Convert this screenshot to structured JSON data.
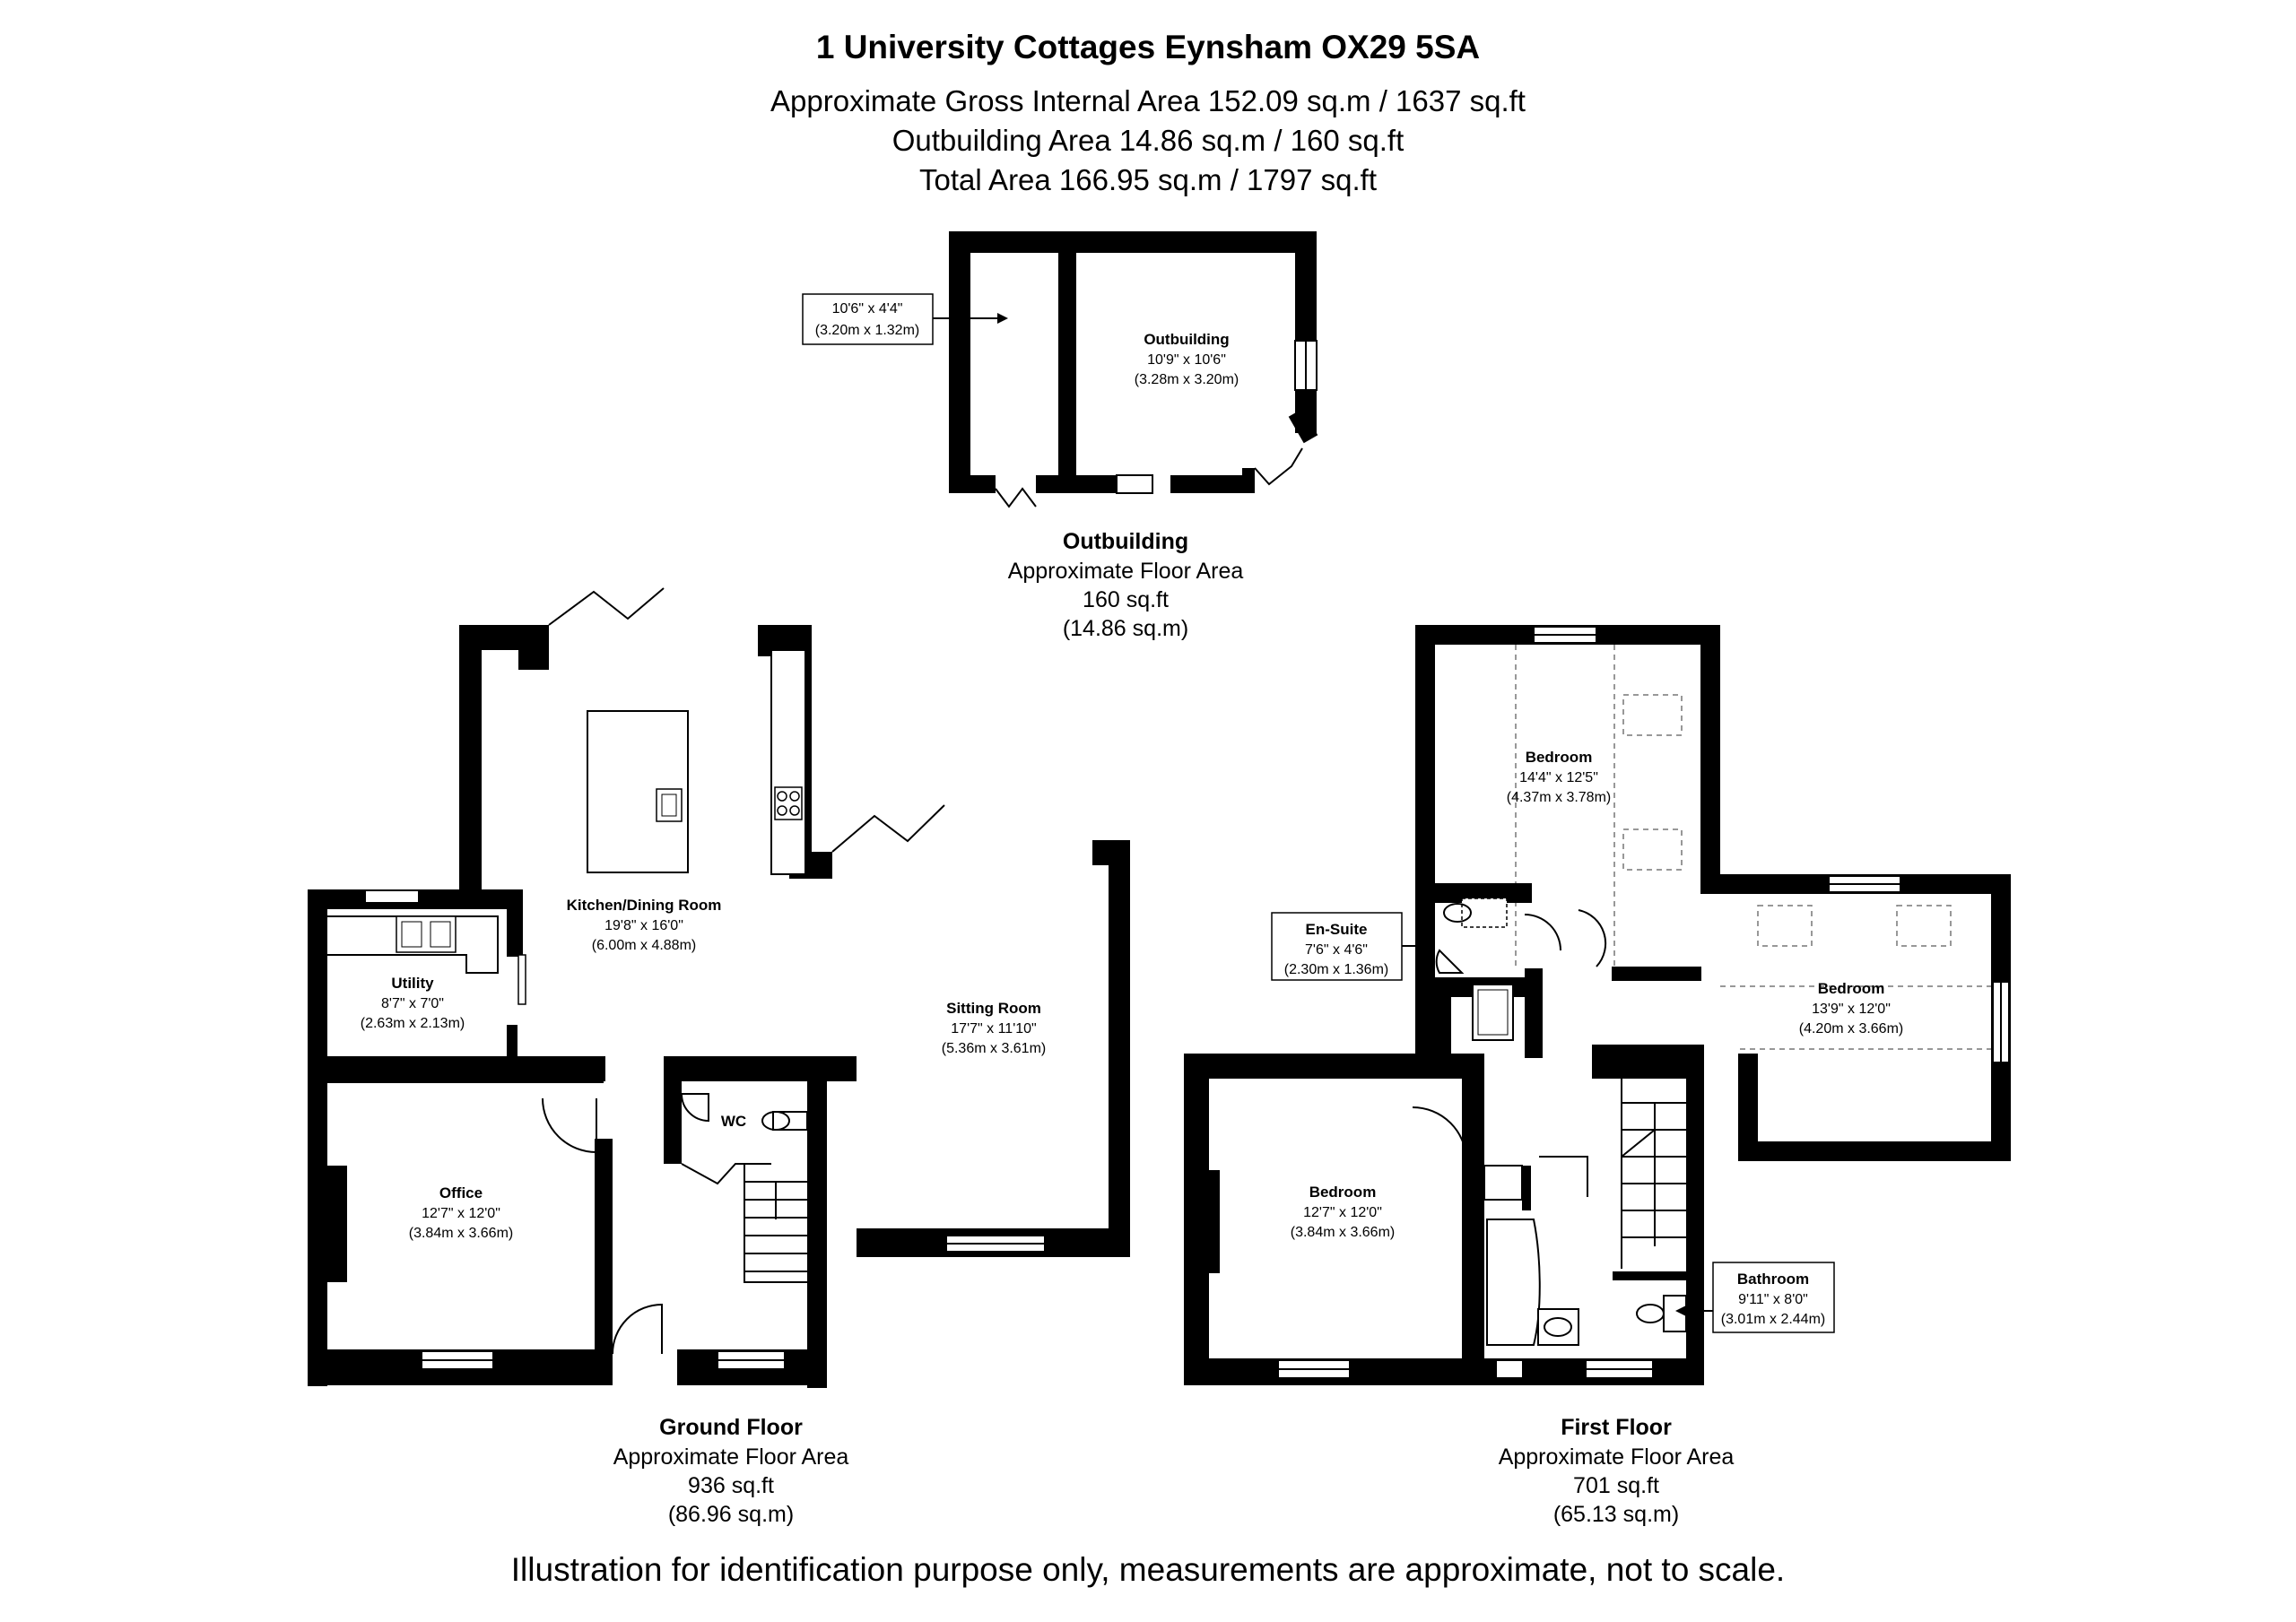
{
  "header": {
    "title": "1 University Cottages Eynsham OX29 5SA",
    "gross_area": "Approximate Gross Internal Area 152.09 sq.m / 1637 sq.ft",
    "outbuilding_area": "Outbuilding Area 14.86 sq.m / 160 sq.ft",
    "total_area": "Total Area 166.95 sq.m / 1797 sq.ft"
  },
  "outbuilding": {
    "title": "Outbuilding",
    "area_label": "Approximate Floor Area",
    "area_sqft": "160 sq.ft",
    "area_sqm": "(14.86 sq.m)",
    "rooms": {
      "store": {
        "dim_imperial": "10'6\" x 4'4\"",
        "dim_metric": "(3.20m x 1.32m)"
      },
      "main": {
        "name": "Outbuilding",
        "dim_imperial": "10'9\" x 10'6\"",
        "dim_metric": "(3.28m x 3.20m)"
      }
    }
  },
  "ground_floor": {
    "title": "Ground Floor",
    "area_label": "Approximate Floor Area",
    "area_sqft": "936 sq.ft",
    "area_sqm": "(86.96 sq.m)",
    "rooms": {
      "kitchen": {
        "name": "Kitchen/Dining Room",
        "dim_imperial": "19'8\" x 16'0\"",
        "dim_metric": "(6.00m x 4.88m)"
      },
      "utility": {
        "name": "Utility",
        "dim_imperial": "8'7\" x 7'0\"",
        "dim_metric": "(2.63m x 2.13m)"
      },
      "sitting": {
        "name": "Sitting Room",
        "dim_imperial": "17'7\" x 11'10\"",
        "dim_metric": "(5.36m x 3.61m)"
      },
      "office": {
        "name": "Office",
        "dim_imperial": "12'7\" x 12'0\"",
        "dim_metric": "(3.84m x 3.66m)"
      },
      "wc": {
        "name": "WC"
      }
    }
  },
  "first_floor": {
    "title": "First Floor",
    "area_label": "Approximate Floor Area",
    "area_sqft": "701 sq.ft",
    "area_sqm": "(65.13 sq.m)",
    "rooms": {
      "bedroom1": {
        "name": "Bedroom",
        "dim_imperial": "14'4\" x 12'5\"",
        "dim_metric": "(4.37m x 3.78m)"
      },
      "bedroom2": {
        "name": "Bedroom",
        "dim_imperial": "13'9\" x 12'0\"",
        "dim_metric": "(4.20m x 3.66m)"
      },
      "bedroom3": {
        "name": "Bedroom",
        "dim_imperial": "12'7\" x 12'0\"",
        "dim_metric": "(3.84m x 3.66m)"
      },
      "ensuite": {
        "name": "En-Suite",
        "dim_imperial": "7'6\" x 4'6\"",
        "dim_metric": "(2.30m x 1.36m)"
      },
      "bathroom": {
        "name": "Bathroom",
        "dim_imperial": "9'11\" x 8'0\"",
        "dim_metric": "(3.01m x 2.44m)"
      }
    }
  },
  "footer": {
    "disclaimer": "Illustration for identification purpose only, measurements are approximate, not to scale."
  }
}
